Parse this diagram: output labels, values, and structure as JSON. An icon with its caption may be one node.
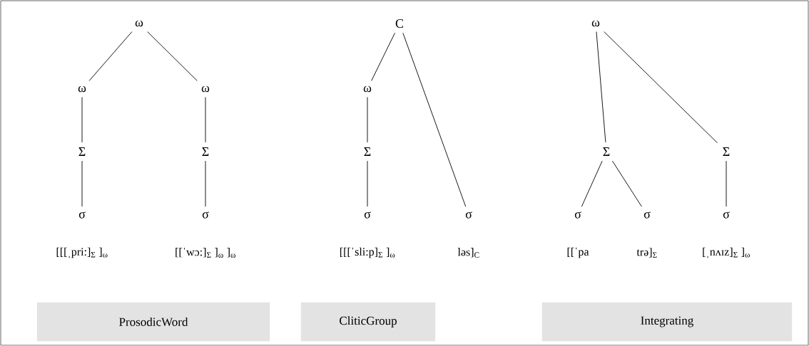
{
  "diagram": {
    "nodes": [
      {
        "text": [
          "ω"
        ]
      },
      {
        "text": [
          "ω"
        ]
      },
      {
        "text": [
          "ω"
        ]
      },
      {
        "text": [
          "Σ"
        ]
      },
      {
        "text": [
          "Σ"
        ]
      },
      {
        "text": [
          "σ"
        ]
      },
      {
        "text": [
          "σ"
        ]
      },
      {
        "text": [
          "C"
        ]
      },
      {
        "text": [
          "ω"
        ]
      },
      {
        "text": [
          "Σ"
        ]
      },
      {
        "text": [
          "σ"
        ]
      },
      {
        "text": [
          "σ"
        ]
      },
      {
        "text": [
          "ω"
        ]
      },
      {
        "text": [
          "Σ"
        ]
      },
      {
        "text": [
          "Σ"
        ]
      },
      {
        "text": [
          "σ"
        ]
      },
      {
        "text": [
          "σ"
        ]
      },
      {
        "text": [
          "σ"
        ]
      },
      {
        "text": [
          "ProsodicWord"
        ]
      },
      {
        "text": [
          "CliticGroup"
        ]
      },
      {
        "text": [
          "Integrating"
        ]
      }
    ],
    "edges": [
      {
        "from": 0,
        "to": 1,
        "arrow": "none"
      },
      {
        "from": 0,
        "to": 2,
        "arrow": "none"
      },
      {
        "from": 1,
        "to": 3,
        "arrow": "none"
      },
      {
        "from": 2,
        "to": 4,
        "arrow": "none"
      },
      {
        "from": 3,
        "to": 5,
        "arrow": "none"
      },
      {
        "from": 4,
        "to": 6,
        "arrow": "none"
      },
      {
        "from": 7,
        "to": 8,
        "arrow": "none"
      },
      {
        "from": 7,
        "to": 11,
        "arrow": "none"
      },
      {
        "from": 8,
        "to": 9,
        "arrow": "none"
      },
      {
        "from": 9,
        "to": 10,
        "arrow": "none"
      },
      {
        "from": 12,
        "to": 13,
        "arrow": "none"
      },
      {
        "from": 12,
        "to": 14,
        "arrow": "none"
      },
      {
        "from": 13,
        "to": 15,
        "arrow": "none"
      },
      {
        "from": 13,
        "to": 16,
        "arrow": "none"
      },
      {
        "from": 14,
        "to": 17,
        "arrow": "none"
      }
    ],
    "labels": [
      "[[[ˌpri:]$_{Σ}$ ]$_{ω}$",
      "[[ˈwɔ:]$_{Σ}$ ]$_{ω}$ ]$_{ω}$",
      "[[[ˈsli:p]$_{Σ}$ ]$_{ω}$",
      "ləs]$_{C}$",
      "[[ˈpa",
      "trə]$_{Σ}$",
      "[ˌnʌɪz]$_{Σ}$ ]$_{ω}$"
    ]
  }
}
